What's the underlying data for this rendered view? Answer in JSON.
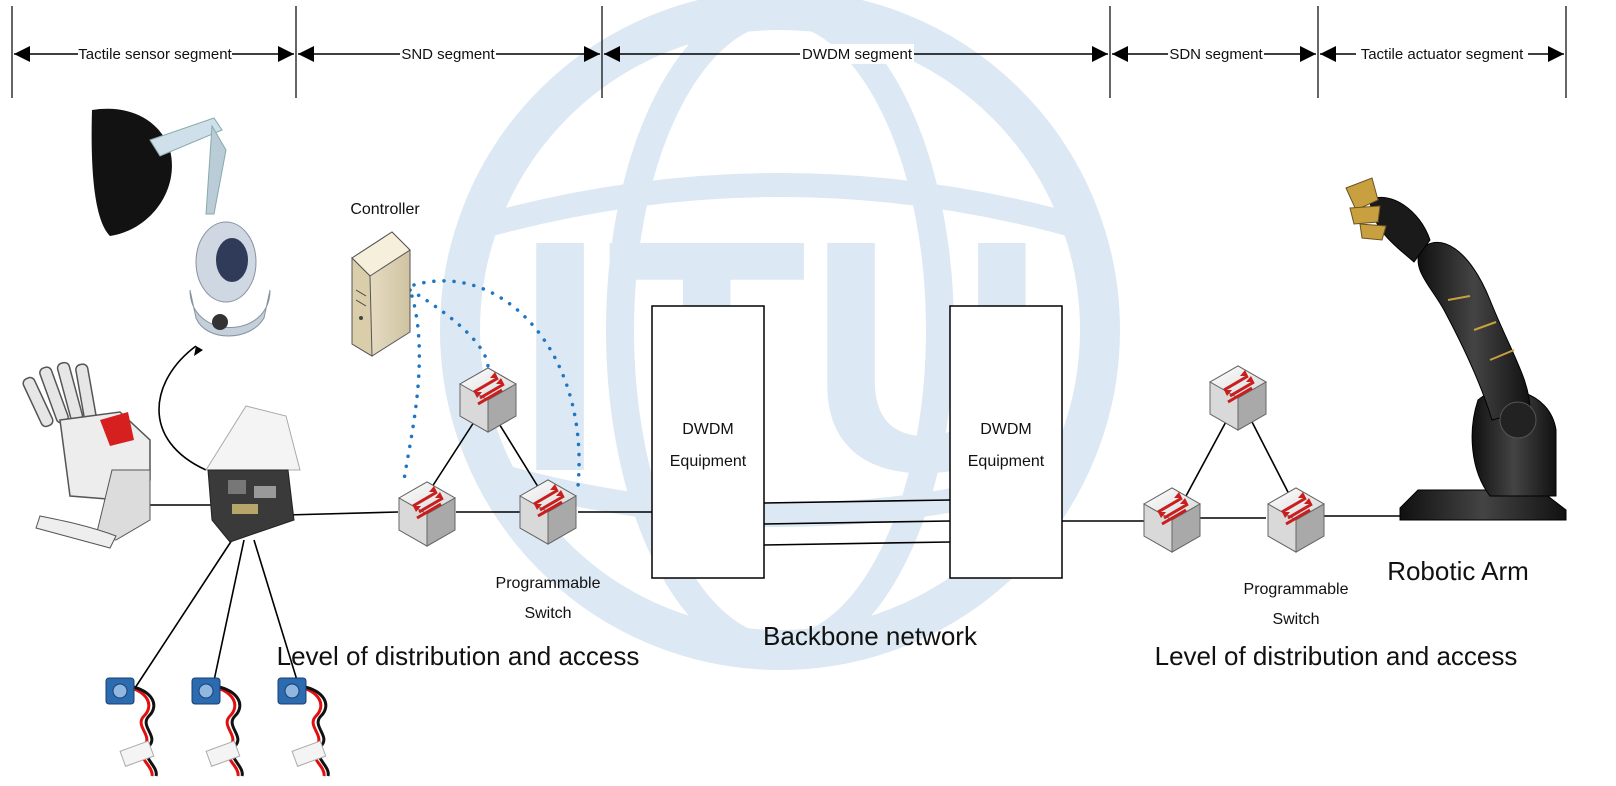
{
  "segments": {
    "tactile_sensor": "Tactile sensor segment",
    "snd": "SND segment",
    "dwdm": "DWDM segment",
    "sdn": "SDN segment",
    "tactile_actuator": "Tactile actuator segment"
  },
  "watermark": {
    "text": "ITU",
    "color": "#dce8f3"
  },
  "controller": {
    "label": "Controller"
  },
  "switch_label_left": {
    "line1": "Programmable",
    "line2": "Switch"
  },
  "switch_label_right": {
    "line1": "Programmable",
    "line2": "Switch"
  },
  "dwdm_left": {
    "line1": "DWDM",
    "line2": "Equipment"
  },
  "dwdm_right": {
    "line1": "DWDM",
    "line2": "Equipment"
  },
  "level_left": "Level of distribution and access",
  "level_right": "Level of distribution and access",
  "backbone": "Backbone network",
  "robotic_arm": "Robotic Arm",
  "colors": {
    "dotted_link": "#1f77c4",
    "switch_arrow": "#c81e1e",
    "line": "#000000"
  }
}
